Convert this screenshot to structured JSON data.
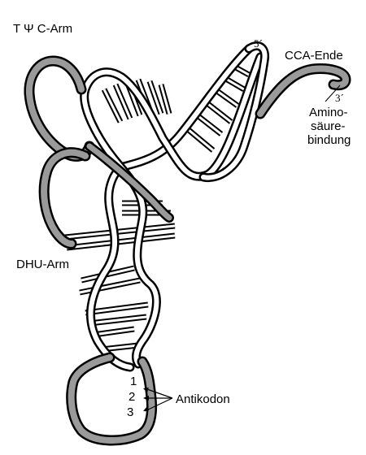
{
  "labels": {
    "tpsic_arm": "T Ψ C-Arm",
    "five_prime": "5´",
    "cca_end": "CCA-Ende",
    "three_prime": "3´",
    "amino_line1": "Amino-",
    "amino_line2": "säure-",
    "amino_line3": "bindung",
    "dhu_arm": "DHU-Arm",
    "anticodon": "Antikodon",
    "codon_1": "1",
    "codon_2": "2",
    "codon_3": "3"
  },
  "colors": {
    "background": "#ffffff",
    "strand_outline": "#000000",
    "strand_fill": "#ffffff",
    "highlight_fill": "#9a9a9a"
  }
}
